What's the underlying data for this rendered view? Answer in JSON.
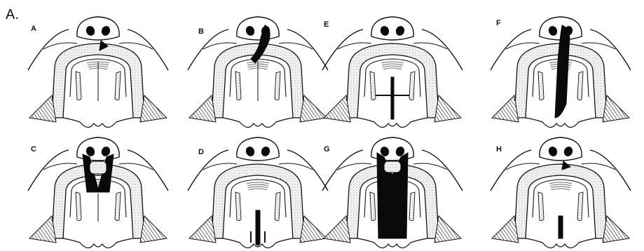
{
  "figure": {
    "title": "A."
  },
  "panels": [
    {
      "id": "A",
      "letter": "A",
      "cleft": "notch-alveolus"
    },
    {
      "id": "B",
      "letter": "B",
      "cleft": "unilateral-lip-alveolus"
    },
    {
      "id": "C",
      "letter": "C",
      "cleft": "bilateral-primary-palate"
    },
    {
      "id": "D",
      "letter": "D",
      "cleft": "soft-palate-partial"
    },
    {
      "id": "E",
      "letter": "E",
      "cleft": "uvula-soft-palate"
    },
    {
      "id": "F",
      "letter": "F",
      "cleft": "unilateral-complete"
    },
    {
      "id": "G",
      "letter": "G",
      "cleft": "bilateral-complete"
    },
    {
      "id": "H",
      "letter": "H",
      "cleft": "submucous-uvula"
    }
  ],
  "colors": {
    "ink": "#111111",
    "hatch": "#9a9a9a",
    "cleft": "#0a0a0a",
    "paper": "#ffffff"
  }
}
